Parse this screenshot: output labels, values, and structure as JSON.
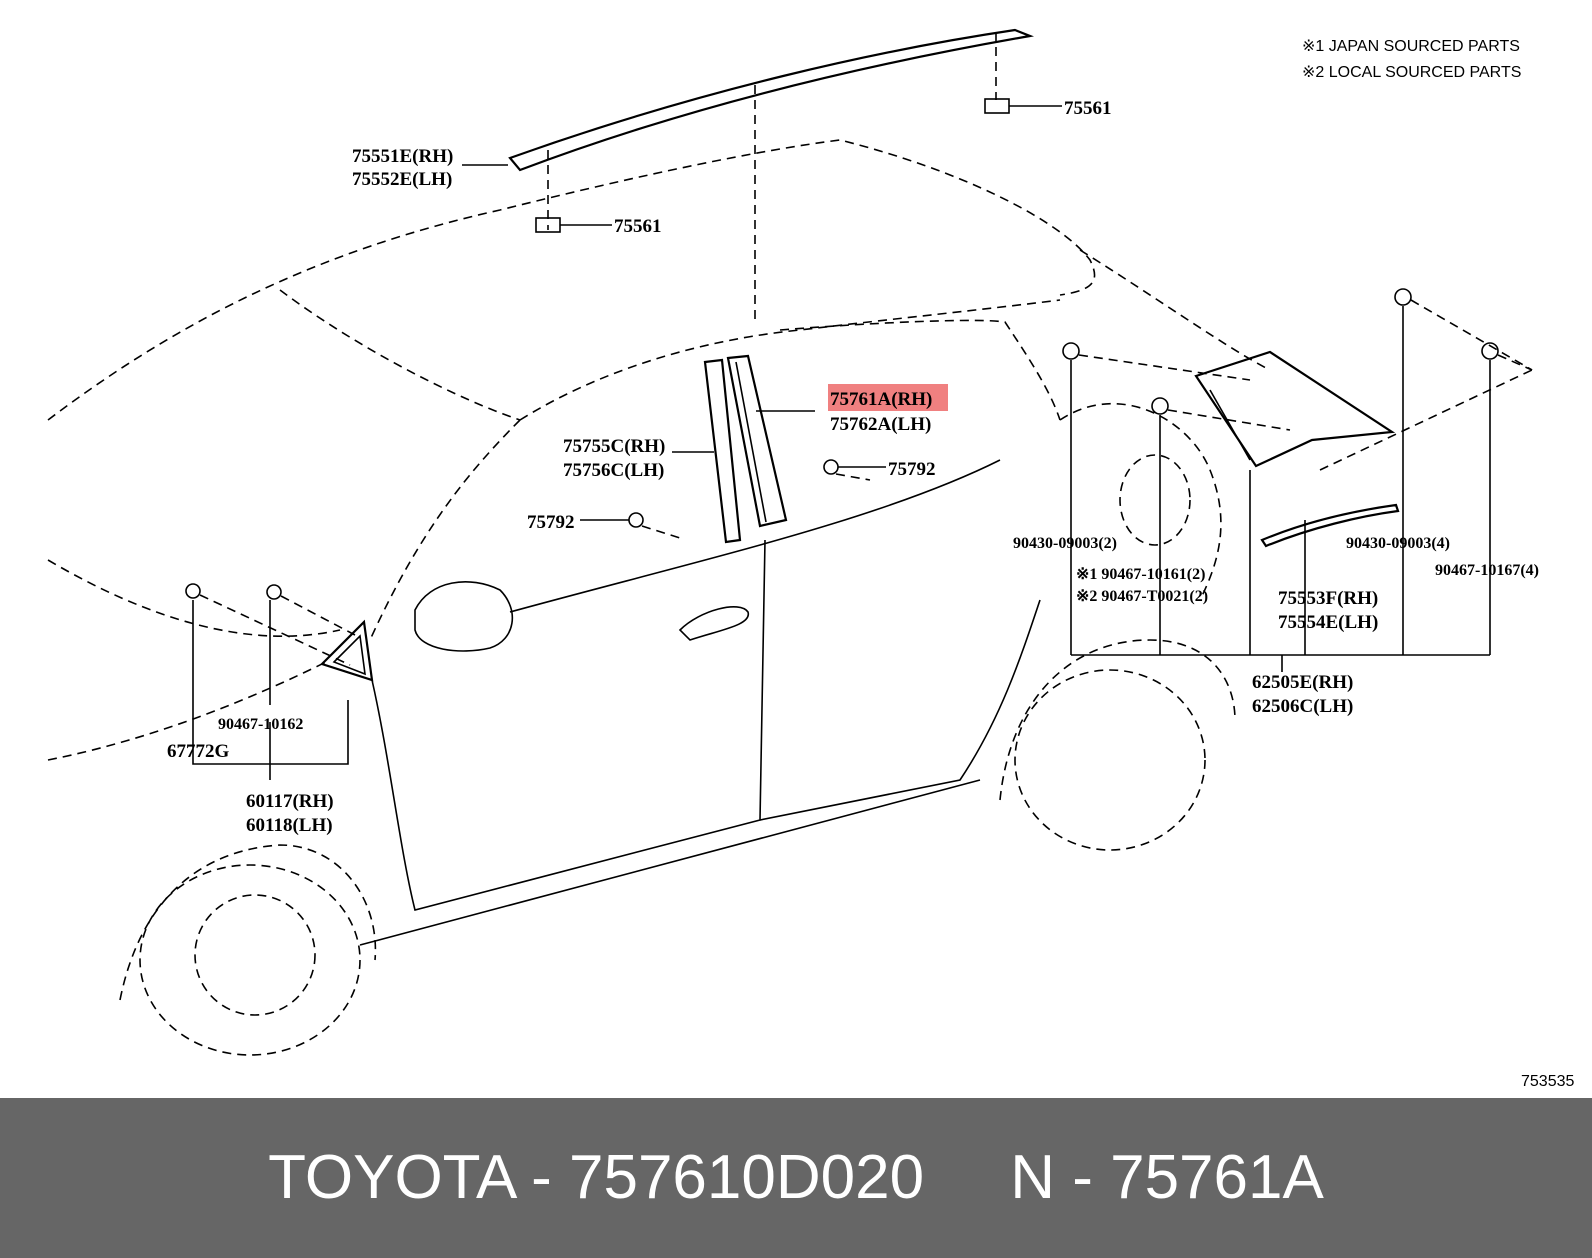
{
  "notes": {
    "japan": "※1  JAPAN SOURCED PARTS",
    "local": "※2  LOCAL SOURCED PARTS"
  },
  "callouts": {
    "c75561_top": "75561",
    "c75551e": "75551E(RH)",
    "c75552e": "75552E(LH)",
    "c75561_mid": "75561",
    "c75761a": "75761A(RH)",
    "c75762a": "75762A(LH)",
    "c75755c": "75755C(RH)",
    "c75756c": "75756C(LH)",
    "c75792_right": "75792",
    "c75792_left": "75792",
    "c90430_2": "90430-09003(2)",
    "c90430_4": "90430-09003(4)",
    "c90467_10167": "90467-10167(4)",
    "c90467_10161": "※1 90467-10161(2)",
    "c90467_t0021": "※2 90467-T0021(2)",
    "c75553f": "75553F(RH)",
    "c75554e": "75554E(LH)",
    "c62505e": "62505E(RH)",
    "c62506c": "62506C(LH)",
    "c90467_10162": "90467-10162",
    "c67772g": "67772G",
    "c60117": "60117(RH)",
    "c60118": "60118(LH)"
  },
  "highlight_color": "#f08080",
  "figure_number": "753535",
  "footer": {
    "text": "TOYOTA - 757610D020     N - 75761A"
  }
}
